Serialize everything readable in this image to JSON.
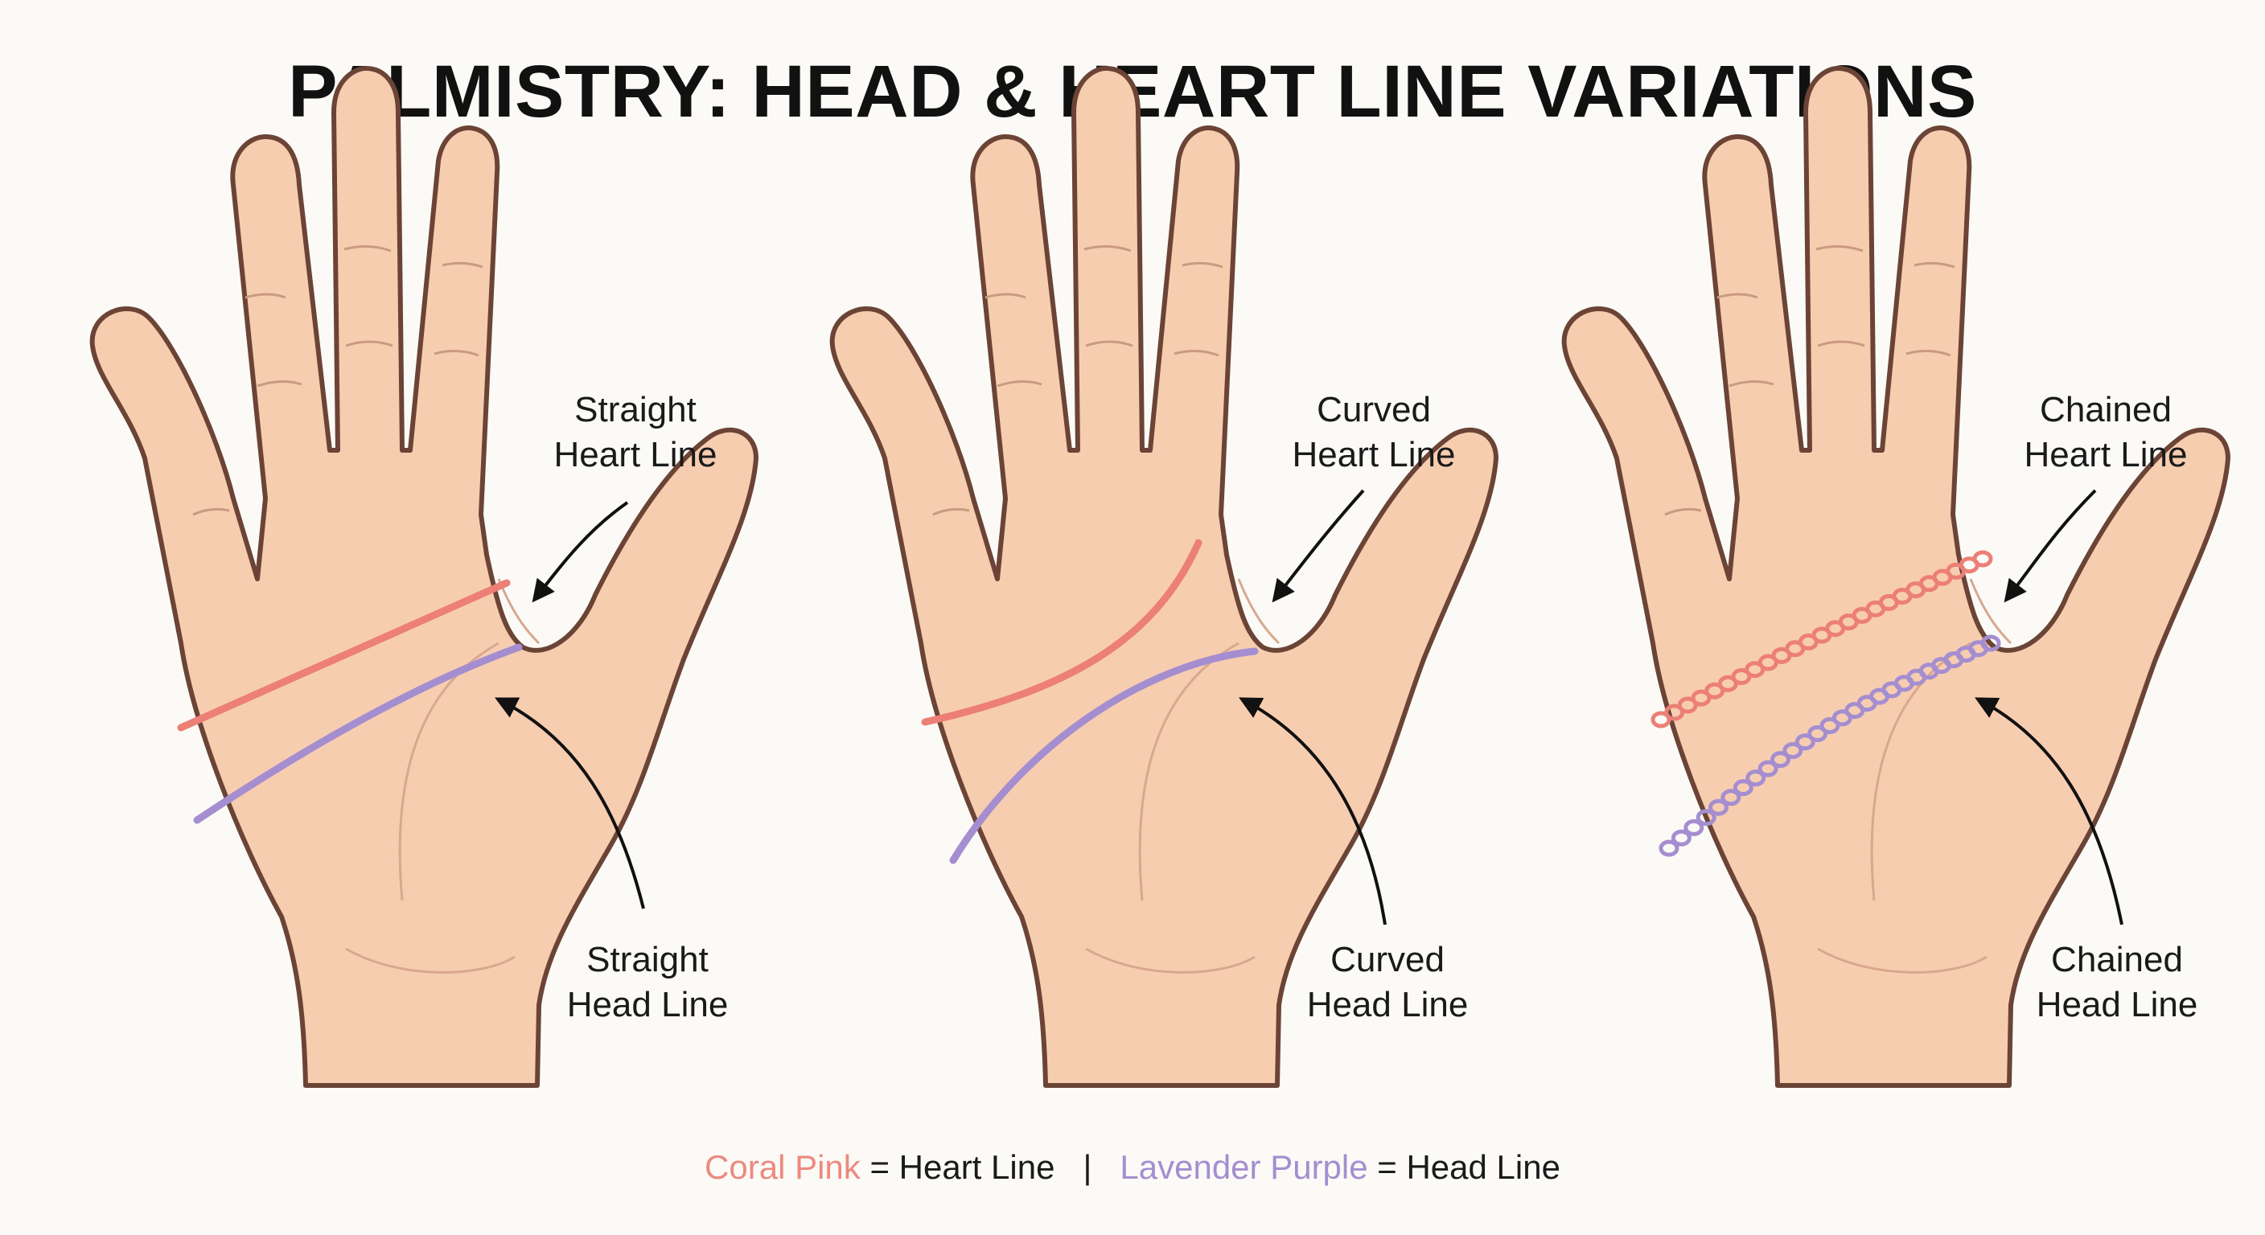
{
  "title": "PALMISTRY: HEAD & HEART LINE VARIATIONS",
  "panels": [
    {
      "heart_label": [
        "Straight",
        "Heart Line"
      ],
      "head_label": [
        "Straight",
        "Head Line"
      ],
      "line_style": "straight"
    },
    {
      "heart_label": [
        "Curved",
        "Heart Line"
      ],
      "head_label": [
        "Curved",
        "Head Line"
      ],
      "line_style": "curved"
    },
    {
      "heart_label": [
        "Chained",
        "Heart Line"
      ],
      "head_label": [
        "Chained",
        "Head Line"
      ],
      "line_style": "chained"
    }
  ],
  "legend": {
    "heart_color_name": "Coral Pink",
    "heart_text": "= Heart Line",
    "separator": "|",
    "head_color_name": "Lavender Purple",
    "head_text": "= Head Line"
  },
  "colors": {
    "heart": "#ec7f76",
    "head": "#a48ed0",
    "skin": "#f7cdb0",
    "outline": "#6b4436"
  }
}
